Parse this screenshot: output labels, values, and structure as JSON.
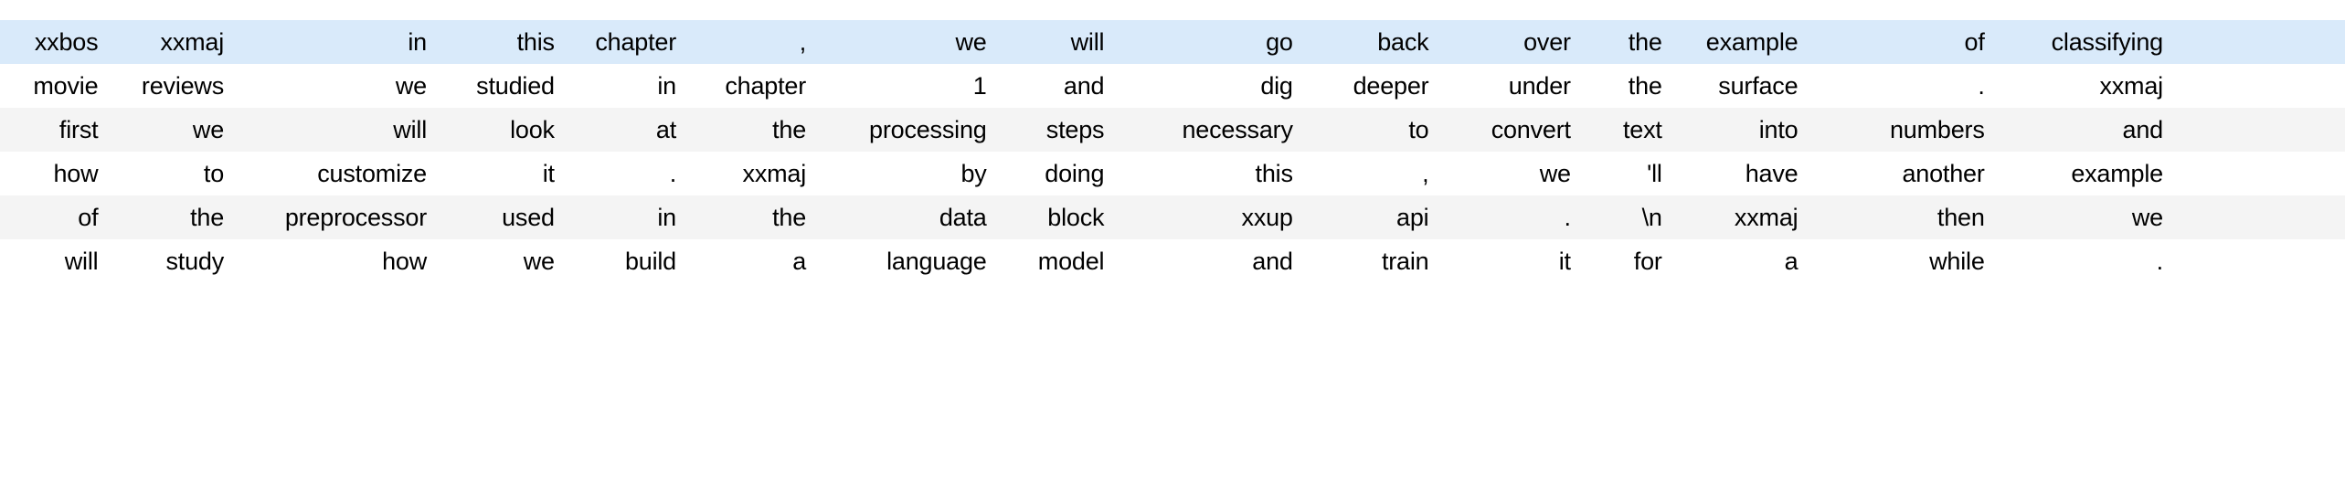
{
  "table": {
    "name": "tokenized-text-dataframe",
    "row_count": 6,
    "column_count": 16,
    "colors": {
      "highlight_row_background": "#d9eafa",
      "alternate_row_background": "#f4f4f4",
      "plain_row_background": "#ffffff",
      "text": "#000000"
    },
    "rows": [
      {
        "style": "highlight",
        "cells": [
          "xxbos",
          "xxmaj",
          "in",
          "this",
          "chapter",
          ",",
          "we",
          "will",
          "go",
          "back",
          "over",
          "the",
          "example",
          "of",
          "classifying",
          ""
        ]
      },
      {
        "style": "plain",
        "cells": [
          "movie",
          "reviews",
          "we",
          "studied",
          "in",
          "chapter",
          "1",
          "and",
          "dig",
          "deeper",
          "under",
          "the",
          "surface",
          ".",
          "xxmaj",
          ""
        ]
      },
      {
        "style": "alt",
        "cells": [
          "first",
          "we",
          "will",
          "look",
          "at",
          "the",
          "processing",
          "steps",
          "necessary",
          "to",
          "convert",
          "text",
          "into",
          "numbers",
          "and",
          ""
        ]
      },
      {
        "style": "plain",
        "cells": [
          "how",
          "to",
          "customize",
          "it",
          ".",
          "xxmaj",
          "by",
          "doing",
          "this",
          ",",
          "we",
          "'ll",
          "have",
          "another",
          "example",
          ""
        ]
      },
      {
        "style": "alt",
        "cells": [
          "of",
          "the",
          "preprocessor",
          "used",
          "in",
          "the",
          "data",
          "block",
          "xxup",
          "api",
          ".",
          "\\n",
          "xxmaj",
          "then",
          "we",
          ""
        ]
      },
      {
        "style": "plain",
        "cells": [
          "will",
          "study",
          "how",
          "we",
          "build",
          "a",
          "language",
          "model",
          "and",
          "train",
          "it",
          "for",
          "a",
          "while",
          ".",
          ""
        ]
      }
    ]
  }
}
